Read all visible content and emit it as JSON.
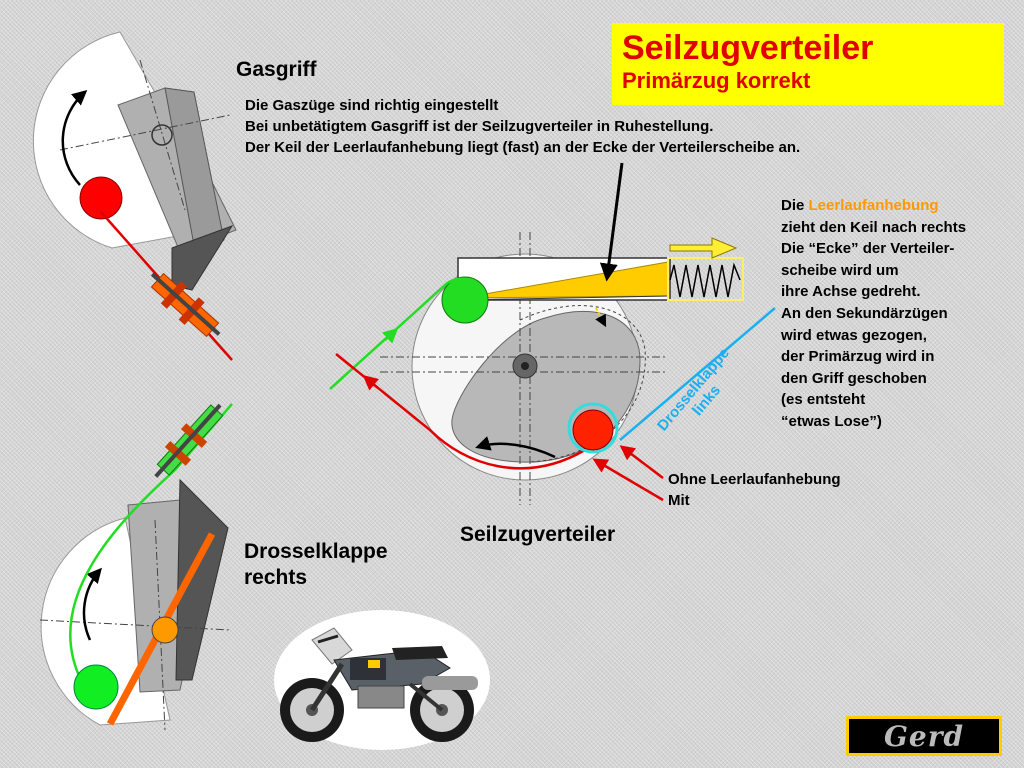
{
  "title": {
    "main": "Seilzugverteiler",
    "sub": "Primärzug korrekt"
  },
  "labels": {
    "gasgriff": "Gasgriff",
    "seilzugverteiler": "Seilzugverteiler",
    "drosselklappe_rechts": [
      "Drosselklappe",
      "rechts"
    ],
    "drosselklappe_links": [
      "Drosselklappe",
      "links"
    ]
  },
  "description": [
    "Die Gaszüge sind richtig eingestellt",
    "Bei unbetätigtem Gasgriff ist der Seilzugverteiler in Ruhestellung.",
    "Der Keil der Leerlaufanhebung liegt (fast) an der Ecke der Verteilerscheibe an."
  ],
  "right_note": {
    "intro": "Die ",
    "highlight": "Leerlaufanhebung",
    "lines": [
      "zieht den Keil nach rechts",
      "Die “Ecke” der Verteiler-",
      "scheibe wird um",
      "ihre Achse gedreht.",
      "An den Sekundärzügen",
      "wird etwas gezogen,",
      "der Primärzug wird in",
      "den Griff geschoben",
      "(es entsteht",
      "“etwas Lose”)"
    ]
  },
  "legend": {
    "ohne": "Ohne Leerlaufanhebung",
    "mit": "Mit"
  },
  "logo": "Gerd",
  "colors": {
    "title_bg": "#ffff00",
    "title_text": "#e00000",
    "primary_cable": "#e00000",
    "secondary_cable": "#22dd22",
    "drossel_links": "#1ab0f0",
    "highlight": "#ff9900",
    "throttle_rod": "#ff6600",
    "wedge": "#ffcc00"
  },
  "icons": {
    "motorcycle": "motorcycle-icon",
    "arrow": "curved-arrow-icon"
  }
}
